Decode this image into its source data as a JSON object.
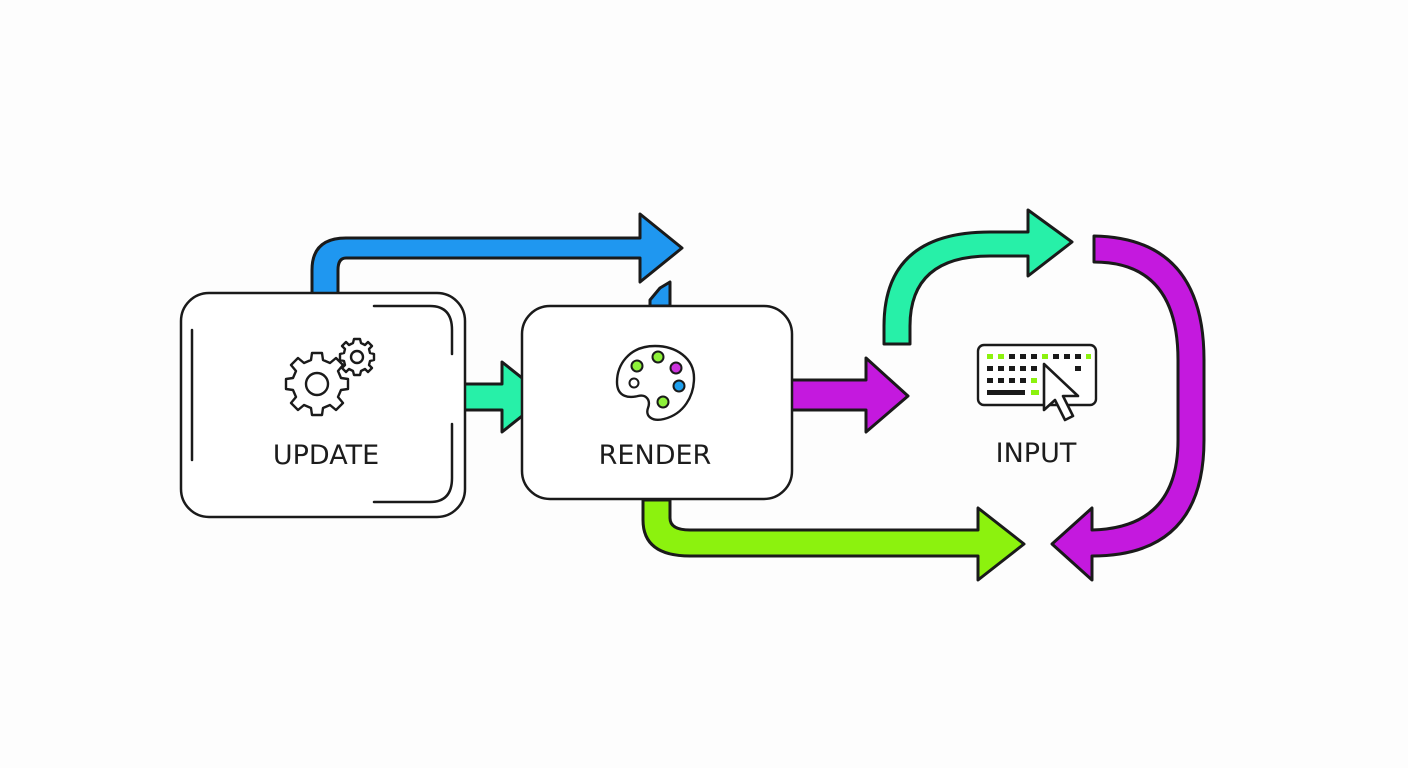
{
  "nodes": {
    "update": {
      "label": "UPDATE",
      "icon": "gears-icon"
    },
    "render": {
      "label": "RENDER",
      "icon": "palette-icon"
    },
    "input": {
      "label": "INPUT",
      "icon": "keyboard-cursor-icon"
    }
  },
  "colors": {
    "outline": "#1a1a1a",
    "blue": "#1f97f0",
    "teal": "#27f0a8",
    "magenta": "#c419de",
    "lime": "#8cf20e",
    "palette_green": "#8ef23a",
    "palette_teal": "#2de0a0",
    "palette_magenta": "#cc33dd",
    "palette_blue": "#1fa0ee"
  }
}
